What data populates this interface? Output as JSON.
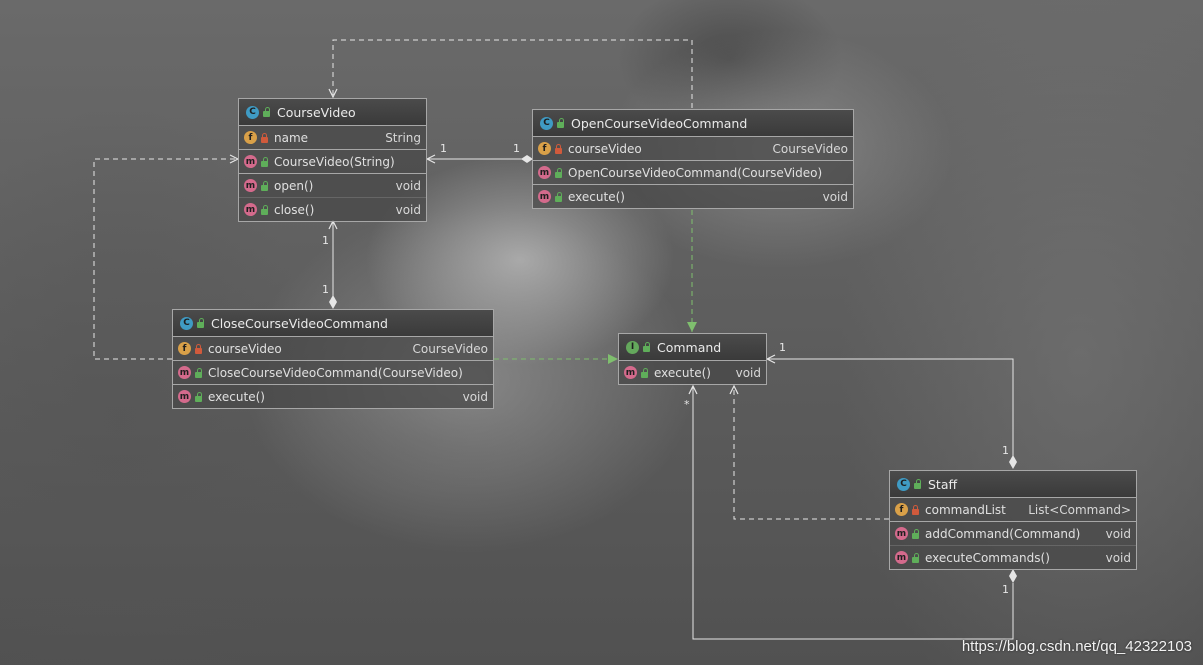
{
  "classes": {
    "course_video": {
      "name": "CourseVideo",
      "kind": "C",
      "fields": [
        {
          "name": "name",
          "type": "String"
        }
      ],
      "methods": [
        {
          "name": "CourseVideo(String)",
          "type": ""
        },
        {
          "name": "open()",
          "type": "void"
        },
        {
          "name": "close()",
          "type": "void"
        }
      ]
    },
    "open_command": {
      "name": "OpenCourseVideoCommand",
      "kind": "C",
      "fields": [
        {
          "name": "courseVideo",
          "type": "CourseVideo"
        }
      ],
      "methods": [
        {
          "name": "OpenCourseVideoCommand(CourseVideo)",
          "type": ""
        },
        {
          "name": "execute()",
          "type": "void"
        }
      ]
    },
    "close_command": {
      "name": "CloseCourseVideoCommand",
      "kind": "C",
      "fields": [
        {
          "name": "courseVideo",
          "type": "CourseVideo"
        }
      ],
      "methods": [
        {
          "name": "CloseCourseVideoCommand(CourseVideo)",
          "type": ""
        },
        {
          "name": "execute()",
          "type": "void"
        }
      ]
    },
    "command": {
      "name": "Command",
      "kind": "I",
      "methods": [
        {
          "name": "execute()",
          "type": "void"
        }
      ]
    },
    "staff": {
      "name": "Staff",
      "kind": "C",
      "fields": [
        {
          "name": "commandList",
          "type": "List<Command>"
        }
      ],
      "methods": [
        {
          "name": "addCommand(Command)",
          "type": "void"
        },
        {
          "name": "executeCommands()",
          "type": "void"
        }
      ]
    }
  },
  "icons": {
    "class_badge": "C",
    "interface_badge": "I",
    "field_badge": "f",
    "method_badge": "m"
  },
  "multiplicities": {
    "open_cv_target": "1",
    "open_cv_source": "1",
    "close_cv_target": "1",
    "close_cv_source": "1",
    "staff_cmd_target": "1",
    "staff_cmd_source": "1",
    "staff_cmd_many": "*",
    "staff_bottom": "1"
  },
  "colors": {
    "implementation_arrow": "#7fbf6e",
    "dependency_arrow": "#e6e6e6",
    "association_line": "#e6e6e6",
    "class_badge": "#3f9bc4",
    "interface_badge": "#64a85c",
    "field_badge": "#d9a048",
    "method_badge": "#d46a8c"
  },
  "watermark": "https://blog.csdn.net/qq_42322103"
}
